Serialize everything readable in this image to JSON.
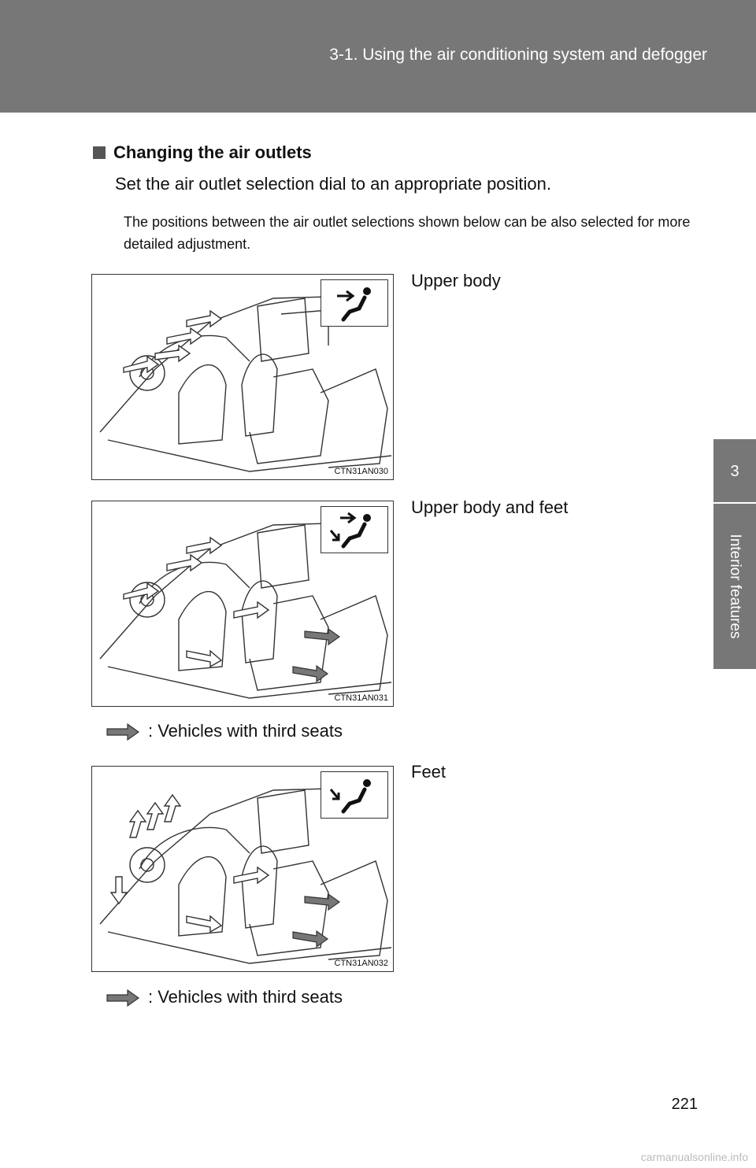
{
  "header": {
    "title": "3-1. Using the air conditioning system and defogger"
  },
  "side_tab": {
    "number": "3",
    "label": "Interior features"
  },
  "section": {
    "heading": "Changing the air outlets",
    "lead": "Set the air outlet selection dial to an appropriate position.",
    "note": "The positions between the air outlet selections shown below can be also selected for more detailed adjustment."
  },
  "figures": [
    {
      "code": "CTN31AN030",
      "caption": "Upper body",
      "icon": "face-vent-icon"
    },
    {
      "code": "CTN31AN031",
      "caption": "Upper body and feet",
      "icon": "bi-level-vent-icon",
      "legend": ": Vehicles with third seats"
    },
    {
      "code": "CTN31AN032",
      "caption": "Feet",
      "icon": "foot-vent-icon",
      "legend": ": Vehicles with third seats"
    }
  ],
  "page_number": "221",
  "footer": {
    "url": "carmanualsonline.info"
  }
}
